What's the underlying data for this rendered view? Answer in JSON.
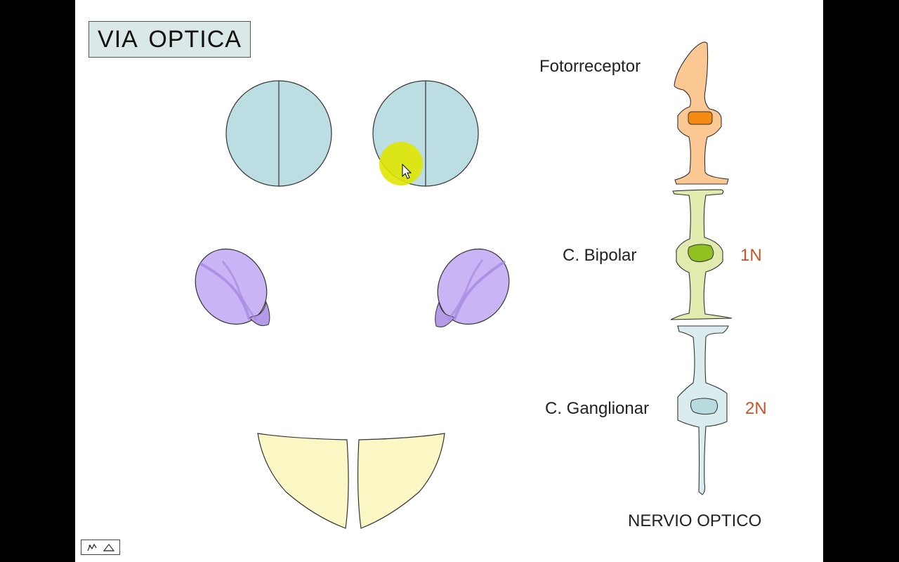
{
  "slide": {
    "title": "VIA  OPTICA",
    "labels": {
      "photoreceptor": "Fotorreceptor",
      "bipolar": "C. Bipolar",
      "ganglion": "C. Ganglionar",
      "optic_nerve": "NERVIO OPTICO"
    },
    "neuron_orders": {
      "first": "1N",
      "second": "2N"
    }
  },
  "colors": {
    "visual_field": "#bcdde1",
    "retina": "#c9b4f5",
    "cortex": "#fbf8c6",
    "photoreceptor": "#fbc894",
    "photoreceptor_nucleus": "#f58a12",
    "bipolar": "#e0ebad",
    "bipolar_nucleus": "#8fc220",
    "ganglion": "#dbecee",
    "ganglion_nucleus": "#b8dbe0",
    "order_label": "#c8562a",
    "pointer_highlight": "#dfe600"
  },
  "toolbar": {
    "pen_icon": "pen-icon",
    "shape_icon": "triangle-icon"
  }
}
